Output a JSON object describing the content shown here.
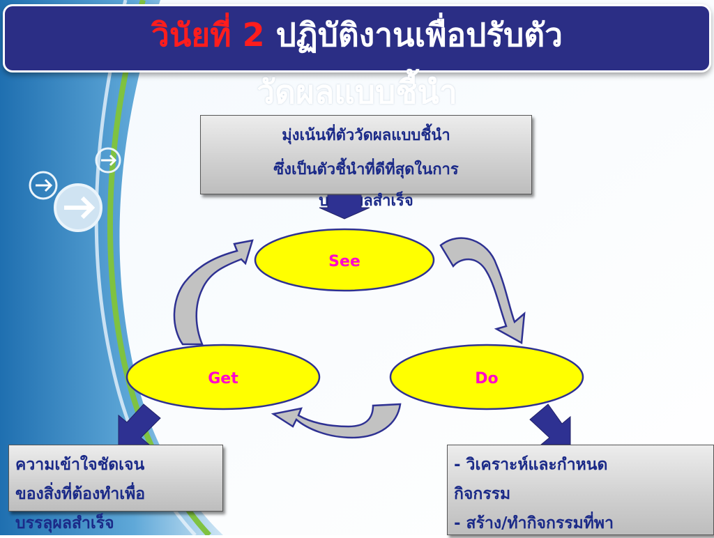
{
  "title": {
    "accent": "วินัยที่ 2",
    "rest": "ปฏิบัติงานเพื่อปรับตัว",
    "line2": "วัดผลแบบชี้นำ"
  },
  "top_box": {
    "line1": "มุ่งเน้นที่ตัววัดผลแบบชี้นำ",
    "line2": "ซึ่งเป็นตัวชี้นำที่ดีที่สุดในการ",
    "line3": "บรรลุผลสำเร็จ"
  },
  "cycle": {
    "see": "See",
    "get": "Get",
    "do": "Do"
  },
  "left_box": {
    "line1": "ความเข้าใจชัดเจน",
    "line2": "ของสิ่งที่ต้องทำเพื่อ",
    "line3": "บรรลุผลสำเร็จ"
  },
  "right_box": {
    "line1": "- วิเคราะห์และกำหนด",
    "line2": "กิจกรรม",
    "line3": "-  สร้าง/ทำกิจกรรมที่พา"
  },
  "colors": {
    "title_bg": "#2b2e85",
    "accent": "#ff1d1d",
    "ellipse_fill": "#ffff00",
    "ellipse_label": "#ff00cc",
    "arrow_fill": "#2e3192",
    "box_text": "#1b2a88"
  }
}
